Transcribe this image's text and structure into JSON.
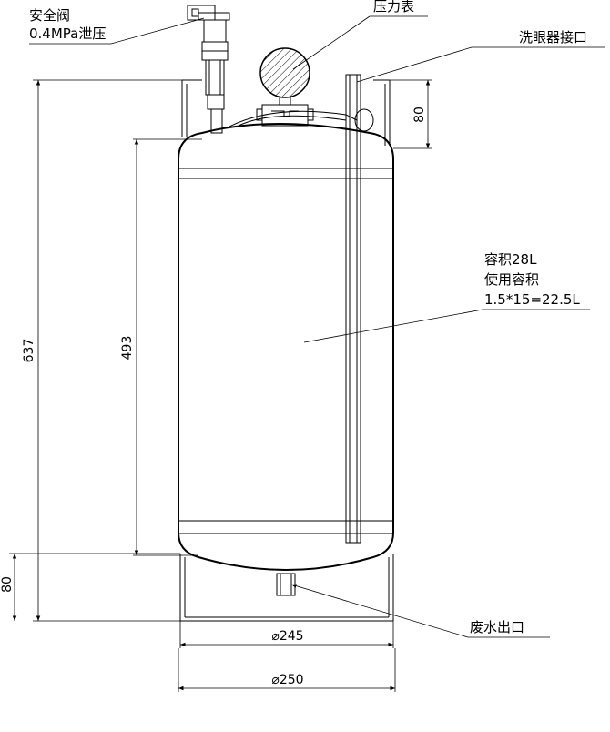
{
  "labels": {
    "safety_valve_line1": "安全阀",
    "safety_valve_line2": "0.4MPa泄压",
    "pressure_gauge": "压力表",
    "eyewash_port": "洗眼器接口",
    "volume_line1": "容积28L",
    "volume_line2": "使用容积",
    "volume_line3": "1.5*15=22.5L",
    "waste_outlet": "废水出口"
  },
  "dimensions": {
    "total_height": "637",
    "body_height": "493",
    "top_height": "80",
    "bottom_height": "80",
    "inner_diameter": "⌀245",
    "outer_diameter": "⌀250"
  }
}
